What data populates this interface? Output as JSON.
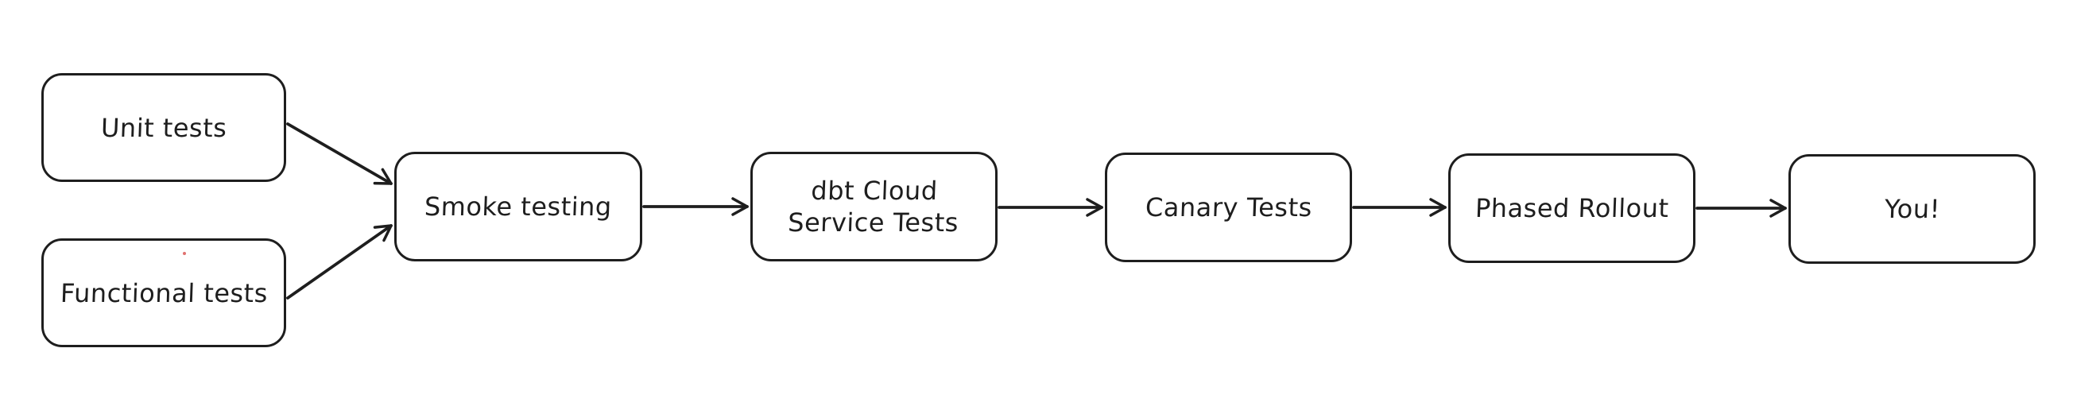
{
  "theme": {
    "background_color": "#ffffff",
    "stroke_color": "#1e1e1e",
    "node_fill_color": "#ffffff",
    "stray_dot_color": "#e0716f"
  },
  "diagram": {
    "type": "flowchart",
    "direction": "left-to-right",
    "nodes": [
      {
        "id": "unit-tests",
        "label": "Unit tests"
      },
      {
        "id": "functional-tests",
        "label": "Functional tests"
      },
      {
        "id": "smoke-testing",
        "label": "Smoke testing"
      },
      {
        "id": "dbt-cloud-service-tests",
        "label": "dbt Cloud\nService Tests"
      },
      {
        "id": "canary-tests",
        "label": "Canary Tests"
      },
      {
        "id": "phased-rollout",
        "label": "Phased Rollout"
      },
      {
        "id": "you",
        "label": "You!"
      }
    ],
    "edges": [
      {
        "from": "unit-tests",
        "to": "smoke-testing"
      },
      {
        "from": "functional-tests",
        "to": "smoke-testing"
      },
      {
        "from": "smoke-testing",
        "to": "dbt-cloud-service-tests"
      },
      {
        "from": "dbt-cloud-service-tests",
        "to": "canary-tests"
      },
      {
        "from": "canary-tests",
        "to": "phased-rollout"
      },
      {
        "from": "phased-rollout",
        "to": "you"
      }
    ]
  }
}
